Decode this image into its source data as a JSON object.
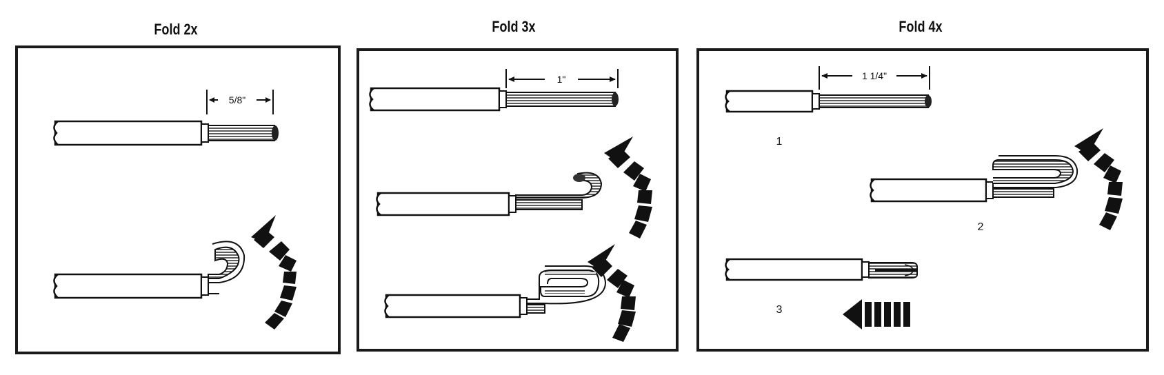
{
  "panels": [
    {
      "title": "Fold 2x",
      "dimension": "5/8\""
    },
    {
      "title": "Fold 3x",
      "dimension": "1\""
    },
    {
      "title": "Fold 4x",
      "dimension": "1 1/4\"",
      "steps": [
        "1",
        "2",
        "3"
      ]
    }
  ],
  "colors": {
    "border": "#1a1a1a",
    "ink": "#111111",
    "conductor": "#555555"
  }
}
